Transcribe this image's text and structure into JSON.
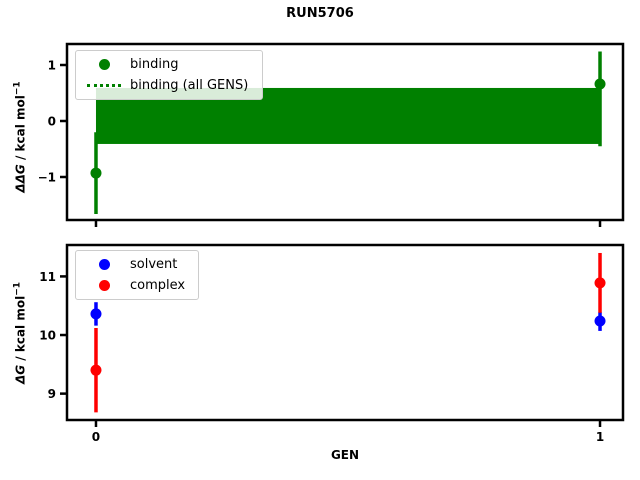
{
  "title": "RUN5706",
  "colors": {
    "binding_green": "#008000",
    "solvent_blue": "#0000ff",
    "complex_red": "#ff0000",
    "frame_black": "#000000",
    "legend_border": "#cccccc"
  },
  "chart_data": [
    {
      "type": "scatter",
      "panel": "top",
      "ylabel": {
        "math": "ΔΔG",
        "unit": " / kcal mol",
        "sup": "−1"
      },
      "xlabel": "",
      "xlim": [
        -0.0575,
        1.0456
      ],
      "ylim": [
        -1.768,
        1.375
      ],
      "grid": false,
      "yticks": [
        {
          "value": 1,
          "label": "1"
        },
        {
          "value": 0,
          "label": "0"
        },
        {
          "value": -1,
          "label": "−1"
        }
      ],
      "xticks": [
        {
          "value": 0,
          "label": "0"
        },
        {
          "value": 1,
          "label": "1"
        }
      ],
      "show_xticklabels": false,
      "series": [
        {
          "name": "binding",
          "color": "#008000",
          "marker": "circle",
          "x": [
            0,
            1
          ],
          "y": [
            -0.93,
            0.66
          ],
          "yerr_hi": [
            0.73,
            0.58
          ],
          "yerr_lo": [
            0.73,
            1.11
          ]
        },
        {
          "name": "binding (all GENS)",
          "type": "band",
          "color": "#008000",
          "x0": 0,
          "x1": 1,
          "lo": -0.41,
          "hi": 0.59,
          "center": 0.09,
          "line_style": "dotted"
        }
      ],
      "legend": {
        "position": "upper left",
        "items": [
          {
            "label": "binding",
            "glyph": "dot",
            "color": "#008000"
          },
          {
            "label": "binding (all GENS)",
            "glyph": "dotted-line",
            "color": "#008000"
          }
        ]
      }
    },
    {
      "type": "scatter",
      "panel": "bottom",
      "ylabel": {
        "math": "ΔG",
        "unit": " / kcal mol",
        "sup": "−1"
      },
      "xlabel": "GEN",
      "xlim": [
        -0.0575,
        1.0456
      ],
      "ylim": [
        8.55,
        11.536
      ],
      "grid": false,
      "yticks": [
        {
          "value": 11,
          "label": "11"
        },
        {
          "value": 10,
          "label": "10"
        },
        {
          "value": 9,
          "label": "9"
        }
      ],
      "xticks": [
        {
          "value": 0,
          "label": "0"
        },
        {
          "value": 1,
          "label": "1"
        }
      ],
      "show_xticklabels": true,
      "series": [
        {
          "name": "solvent",
          "color": "#0000ff",
          "marker": "circle",
          "x": [
            0,
            1
          ],
          "y": [
            10.36,
            10.24
          ],
          "yerr_hi": [
            0.2,
            0.15
          ],
          "yerr_lo": [
            0.2,
            0.17
          ]
        },
        {
          "name": "complex",
          "color": "#ff0000",
          "marker": "circle",
          "x": [
            0,
            1
          ],
          "y": [
            9.4,
            10.89
          ],
          "yerr_hi": [
            0.72,
            0.51
          ],
          "yerr_lo": [
            0.72,
            0.51
          ]
        }
      ],
      "legend": {
        "position": "upper left",
        "items": [
          {
            "label": "solvent",
            "glyph": "dot",
            "color": "#0000ff"
          },
          {
            "label": "complex",
            "glyph": "dot",
            "color": "#ff0000"
          }
        ]
      }
    }
  ]
}
